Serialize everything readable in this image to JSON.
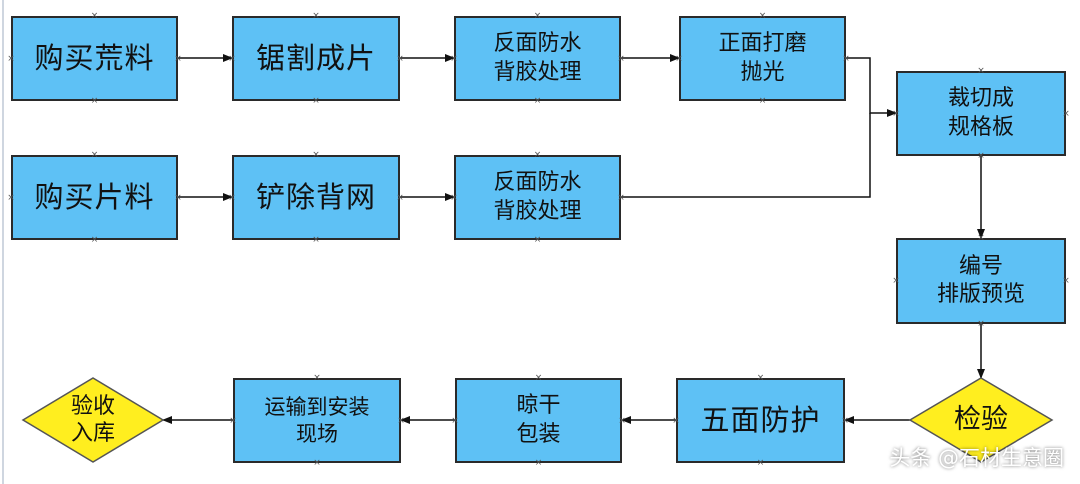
{
  "nodes": {
    "buy_raw": "购买荒料",
    "saw": "锯割成片",
    "back_glue_1": "反面防水\n背胶处理",
    "polish": "正面打磨\n抛光",
    "cut": "裁切成\n规格板",
    "buy_slab": "购买片料",
    "remove_mesh": "铲除背网",
    "back_glue_2": "反面防水\n背胶处理",
    "number": "编号\n排版预览",
    "inspect": "检验",
    "five_side": "五面防护",
    "dry_pack": "晾干\n包装",
    "transport": "运输到安装\n现场",
    "accept": "验收\n入库"
  },
  "watermark": "头条 @石材生意圈",
  "colors": {
    "box_fill": "#5ec1f5",
    "diamond_fill": "#ffee1f",
    "stroke": "#2a2a2a"
  }
}
